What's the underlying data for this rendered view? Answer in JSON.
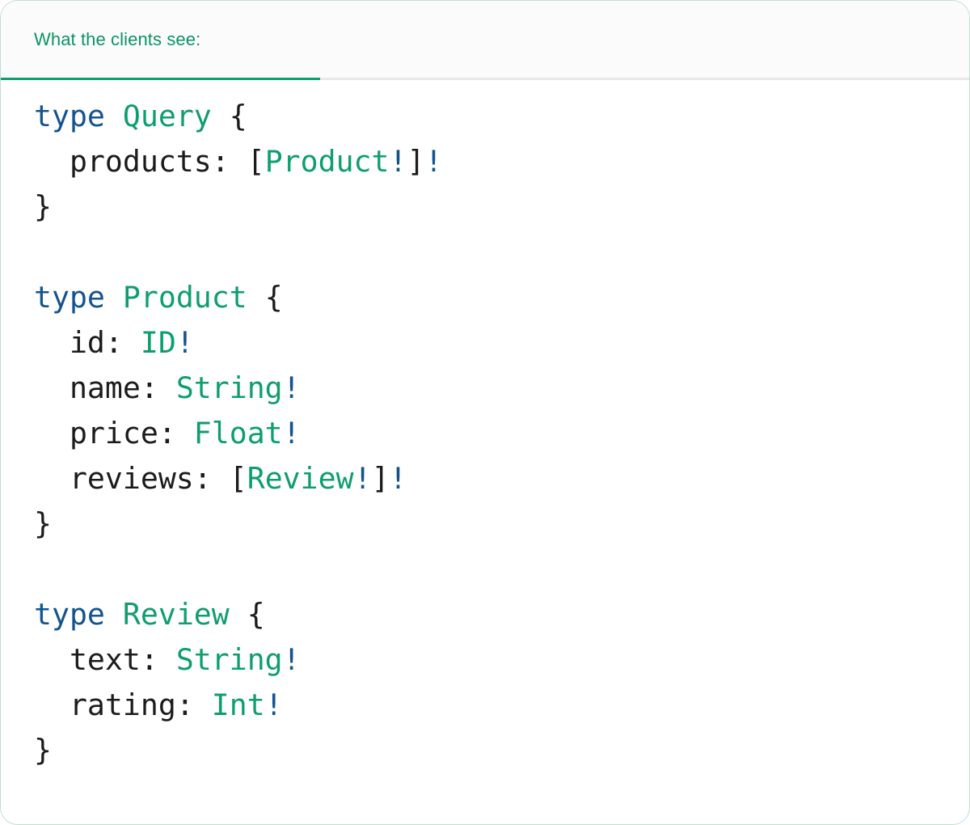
{
  "card": {
    "accent_green": "#0e9e6e",
    "accent_blue": "#15538f",
    "text_dark": "#1b1b1b",
    "header_bg": "#fbfbfb",
    "border": "#bfdfd0"
  },
  "header": {
    "tab_label": "What the clients see:"
  },
  "code": {
    "language": "graphql",
    "lines": [
      {
        "id": "l1",
        "text": "type Query {",
        "tokens": [
          {
            "t": "type",
            "k": "kw"
          },
          {
            "t": " ",
            "k": "punct"
          },
          {
            "t": "Query",
            "k": "type"
          },
          {
            "t": " ",
            "k": "punct"
          },
          {
            "t": "{",
            "k": "punct"
          }
        ]
      },
      {
        "id": "l2",
        "text": "  products: [Product!]!",
        "tokens": [
          {
            "t": "  products",
            "k": "field"
          },
          {
            "t": ": ",
            "k": "punct"
          },
          {
            "t": "[",
            "k": "punct"
          },
          {
            "t": "Product",
            "k": "type"
          },
          {
            "t": "!",
            "k": "bang"
          },
          {
            "t": "]",
            "k": "punct"
          },
          {
            "t": "!",
            "k": "bang"
          }
        ]
      },
      {
        "id": "l3",
        "text": "}",
        "tokens": [
          {
            "t": "}",
            "k": "punct"
          }
        ]
      },
      {
        "id": "l4",
        "text": "",
        "tokens": []
      },
      {
        "id": "l5",
        "text": "type Product {",
        "tokens": [
          {
            "t": "type",
            "k": "kw"
          },
          {
            "t": " ",
            "k": "punct"
          },
          {
            "t": "Product",
            "k": "type"
          },
          {
            "t": " ",
            "k": "punct"
          },
          {
            "t": "{",
            "k": "punct"
          }
        ]
      },
      {
        "id": "l6",
        "text": "  id: ID!",
        "tokens": [
          {
            "t": "  id",
            "k": "field"
          },
          {
            "t": ": ",
            "k": "punct"
          },
          {
            "t": "ID",
            "k": "type"
          },
          {
            "t": "!",
            "k": "bang"
          }
        ]
      },
      {
        "id": "l7",
        "text": "  name: String!",
        "tokens": [
          {
            "t": "  name",
            "k": "field"
          },
          {
            "t": ": ",
            "k": "punct"
          },
          {
            "t": "String",
            "k": "type"
          },
          {
            "t": "!",
            "k": "bang"
          }
        ]
      },
      {
        "id": "l8",
        "text": "  price: Float!",
        "tokens": [
          {
            "t": "  price",
            "k": "field"
          },
          {
            "t": ": ",
            "k": "punct"
          },
          {
            "t": "Float",
            "k": "type"
          },
          {
            "t": "!",
            "k": "bang"
          }
        ]
      },
      {
        "id": "l9",
        "text": "  reviews: [Review!]!",
        "tokens": [
          {
            "t": "  reviews",
            "k": "field"
          },
          {
            "t": ": ",
            "k": "punct"
          },
          {
            "t": "[",
            "k": "punct"
          },
          {
            "t": "Review",
            "k": "type"
          },
          {
            "t": "!",
            "k": "bang"
          },
          {
            "t": "]",
            "k": "punct"
          },
          {
            "t": "!",
            "k": "bang"
          }
        ]
      },
      {
        "id": "l10",
        "text": "}",
        "tokens": [
          {
            "t": "}",
            "k": "punct"
          }
        ]
      },
      {
        "id": "l11",
        "text": "",
        "tokens": []
      },
      {
        "id": "l12",
        "text": "type Review {",
        "tokens": [
          {
            "t": "type",
            "k": "kw"
          },
          {
            "t": " ",
            "k": "punct"
          },
          {
            "t": "Review",
            "k": "type"
          },
          {
            "t": " ",
            "k": "punct"
          },
          {
            "t": "{",
            "k": "punct"
          }
        ]
      },
      {
        "id": "l13",
        "text": "  text: String!",
        "tokens": [
          {
            "t": "  text",
            "k": "field"
          },
          {
            "t": ": ",
            "k": "punct"
          },
          {
            "t": "String",
            "k": "type"
          },
          {
            "t": "!",
            "k": "bang"
          }
        ]
      },
      {
        "id": "l14",
        "text": "  rating: Int!",
        "tokens": [
          {
            "t": "  rating",
            "k": "field"
          },
          {
            "t": ": ",
            "k": "punct"
          },
          {
            "t": "Int",
            "k": "type"
          },
          {
            "t": "!",
            "k": "bang"
          }
        ]
      },
      {
        "id": "l15",
        "text": "}",
        "tokens": [
          {
            "t": "}",
            "k": "punct"
          }
        ]
      }
    ]
  }
}
